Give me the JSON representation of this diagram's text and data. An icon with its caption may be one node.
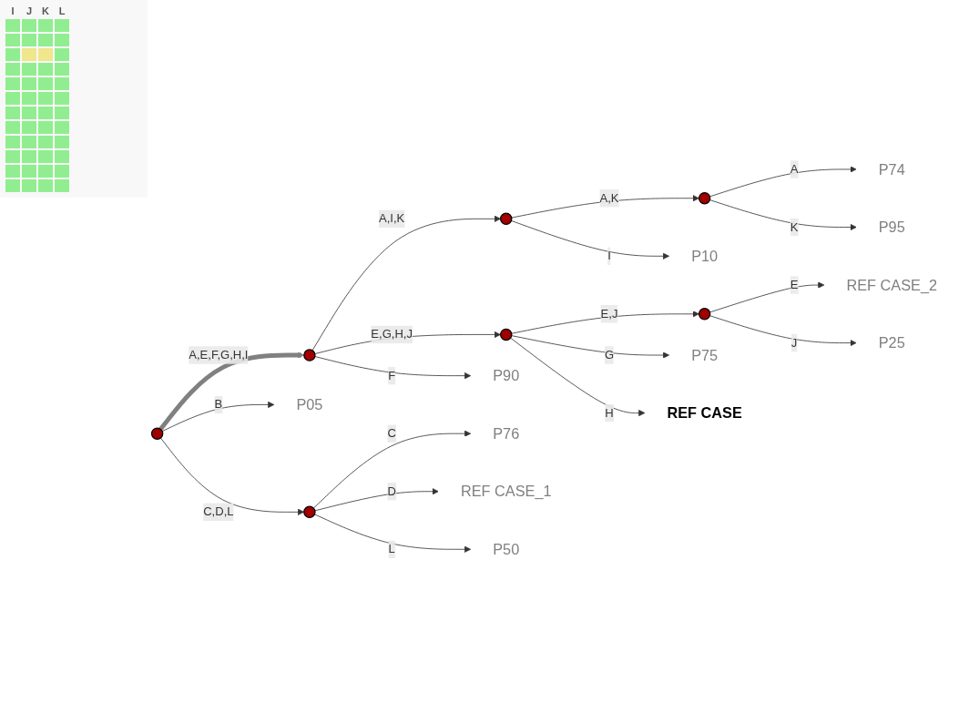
{
  "diagram": {
    "nodes": [
      {
        "text": [],
        "shape": "circle"
      },
      {
        "text": [],
        "shape": "circle"
      },
      {
        "text": [],
        "shape": "circle"
      },
      {
        "text": [],
        "shape": "circle"
      },
      {
        "text": [
          "P74"
        ]
      },
      {
        "text": [
          "P95"
        ]
      },
      {
        "text": [
          "P10"
        ]
      },
      {
        "text": [],
        "shape": "circle"
      },
      {
        "text": [],
        "shape": "circle"
      },
      {
        "text": [
          "REF CASE_2"
        ]
      },
      {
        "text": [
          "P25"
        ]
      },
      {
        "text": [
          "P75"
        ]
      },
      {
        "text": [
          "REF CASE"
        ]
      },
      {
        "text": [
          "P90"
        ]
      },
      {
        "text": [
          "P05"
        ]
      },
      {
        "text": [],
        "shape": "circle"
      },
      {
        "text": [
          "P76"
        ]
      },
      {
        "text": [
          "REF CASE_1"
        ]
      },
      {
        "text": [
          "P50"
        ]
      }
    ],
    "edges": [
      {
        "from": 0,
        "to": 1,
        "arrow": "to",
        "label": "A,E,F,G,H,I",
        "style": "thick",
        "color": "#808080"
      },
      {
        "from": 1,
        "to": 2,
        "arrow": "to",
        "label": "A,I,K"
      },
      {
        "from": 2,
        "to": 3,
        "arrow": "to",
        "label": "A,K"
      },
      {
        "from": 3,
        "to": 4,
        "arrow": "to",
        "label": "A"
      },
      {
        "from": 3,
        "to": 5,
        "arrow": "to",
        "label": "K"
      },
      {
        "from": 2,
        "to": 6,
        "arrow": "to",
        "label": "I"
      },
      {
        "from": 1,
        "to": 7,
        "arrow": "to",
        "label": "E,G,H,J"
      },
      {
        "from": 7,
        "to": 8,
        "arrow": "to",
        "label": "E,J"
      },
      {
        "from": 8,
        "to": 9,
        "arrow": "to",
        "label": "E"
      },
      {
        "from": 8,
        "to": 10,
        "arrow": "to",
        "label": "J"
      },
      {
        "from": 7,
        "to": 11,
        "arrow": "to",
        "label": "G"
      },
      {
        "from": 7,
        "to": 12,
        "arrow": "to",
        "label": "H"
      },
      {
        "from": 1,
        "to": 13,
        "arrow": "to",
        "label": "F"
      },
      {
        "from": 0,
        "to": 14,
        "arrow": "to",
        "label": "B"
      },
      {
        "from": 0,
        "to": 15,
        "arrow": "to",
        "label": "C,D,L"
      },
      {
        "from": 15,
        "to": 16,
        "arrow": "to",
        "label": "C"
      },
      {
        "from": 15,
        "to": 17,
        "arrow": "to",
        "label": "D"
      },
      {
        "from": 15,
        "to": 18,
        "arrow": "to",
        "label": "L"
      }
    ],
    "labels": [
      "I",
      "J",
      "K",
      "L"
    ]
  }
}
